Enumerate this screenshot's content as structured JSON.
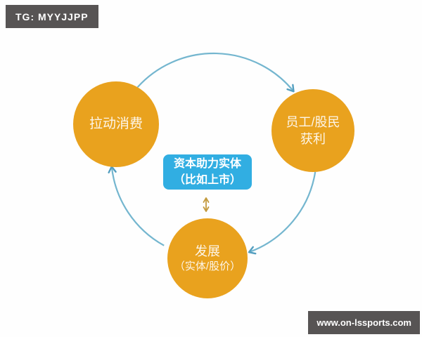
{
  "badges": {
    "top_left": "TG: MYYJJPP",
    "bottom_right": "www.on-lssports.com",
    "bg_color": "#575454",
    "text_color": "#ffffff"
  },
  "diagram": {
    "type": "cycle",
    "cycle_direction": "clockwise",
    "nodes": [
      {
        "id": "stimulate-consumption",
        "position": "left",
        "lines": [
          "拉动消费"
        ]
      },
      {
        "id": "employees-shareholders-profit",
        "position": "right",
        "lines": [
          "员工/股民",
          "获利"
        ]
      },
      {
        "id": "development",
        "position": "bottom",
        "lines": [
          "发展",
          "（实体/股价）"
        ]
      }
    ],
    "center_box": {
      "lines": [
        "资本助力实体",
        "（比如上市）"
      ],
      "bg_color": "#31aee2",
      "text_color": "#ffffff"
    },
    "colors": {
      "node_fill": "#e9a21e",
      "node_text": "#fdf6ea",
      "arc_stroke": "#74b6cf",
      "arrowhead": "#549fc0",
      "double_arrow": "#c39a3e",
      "background": "#fefefe"
    }
  }
}
